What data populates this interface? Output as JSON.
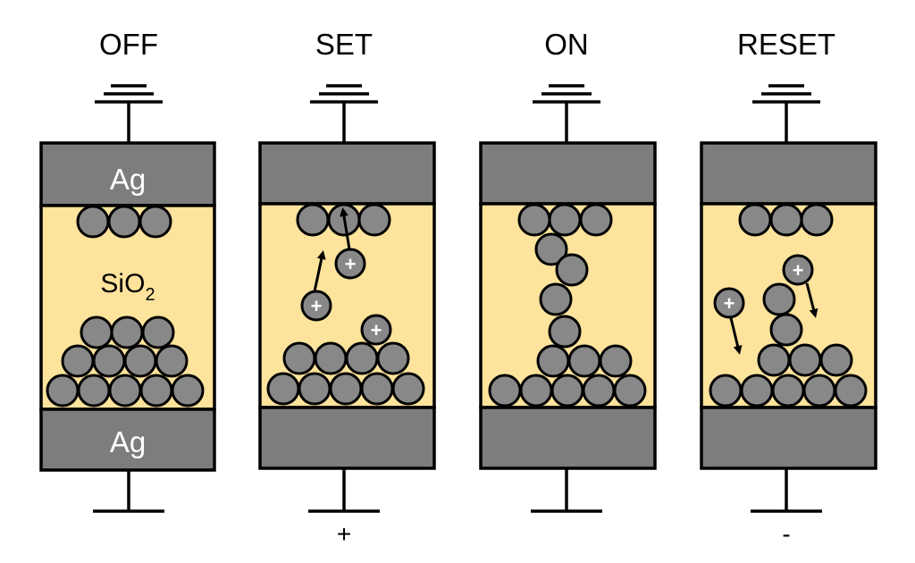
{
  "colors": {
    "electrode": "#7d7d7d",
    "oxide": "#fde39c",
    "atom": "#888888",
    "outline": "#000000",
    "sign": "#ffffff"
  },
  "panels": [
    {
      "title": "OFF",
      "top_label": "Ag",
      "bottom_label": "Ag",
      "middle_label": "SiO",
      "middle_sub": "2",
      "polarity": ""
    },
    {
      "title": "SET",
      "top_label": "",
      "bottom_label": "",
      "middle_label": "",
      "middle_sub": "",
      "polarity": "+"
    },
    {
      "title": "ON",
      "top_label": "",
      "bottom_label": "",
      "middle_label": "",
      "middle_sub": "",
      "polarity": ""
    },
    {
      "title": "RESET",
      "top_label": "",
      "bottom_label": "",
      "middle_label": "",
      "middle_sub": "",
      "polarity": "-"
    }
  ],
  "ion_sign": "+"
}
